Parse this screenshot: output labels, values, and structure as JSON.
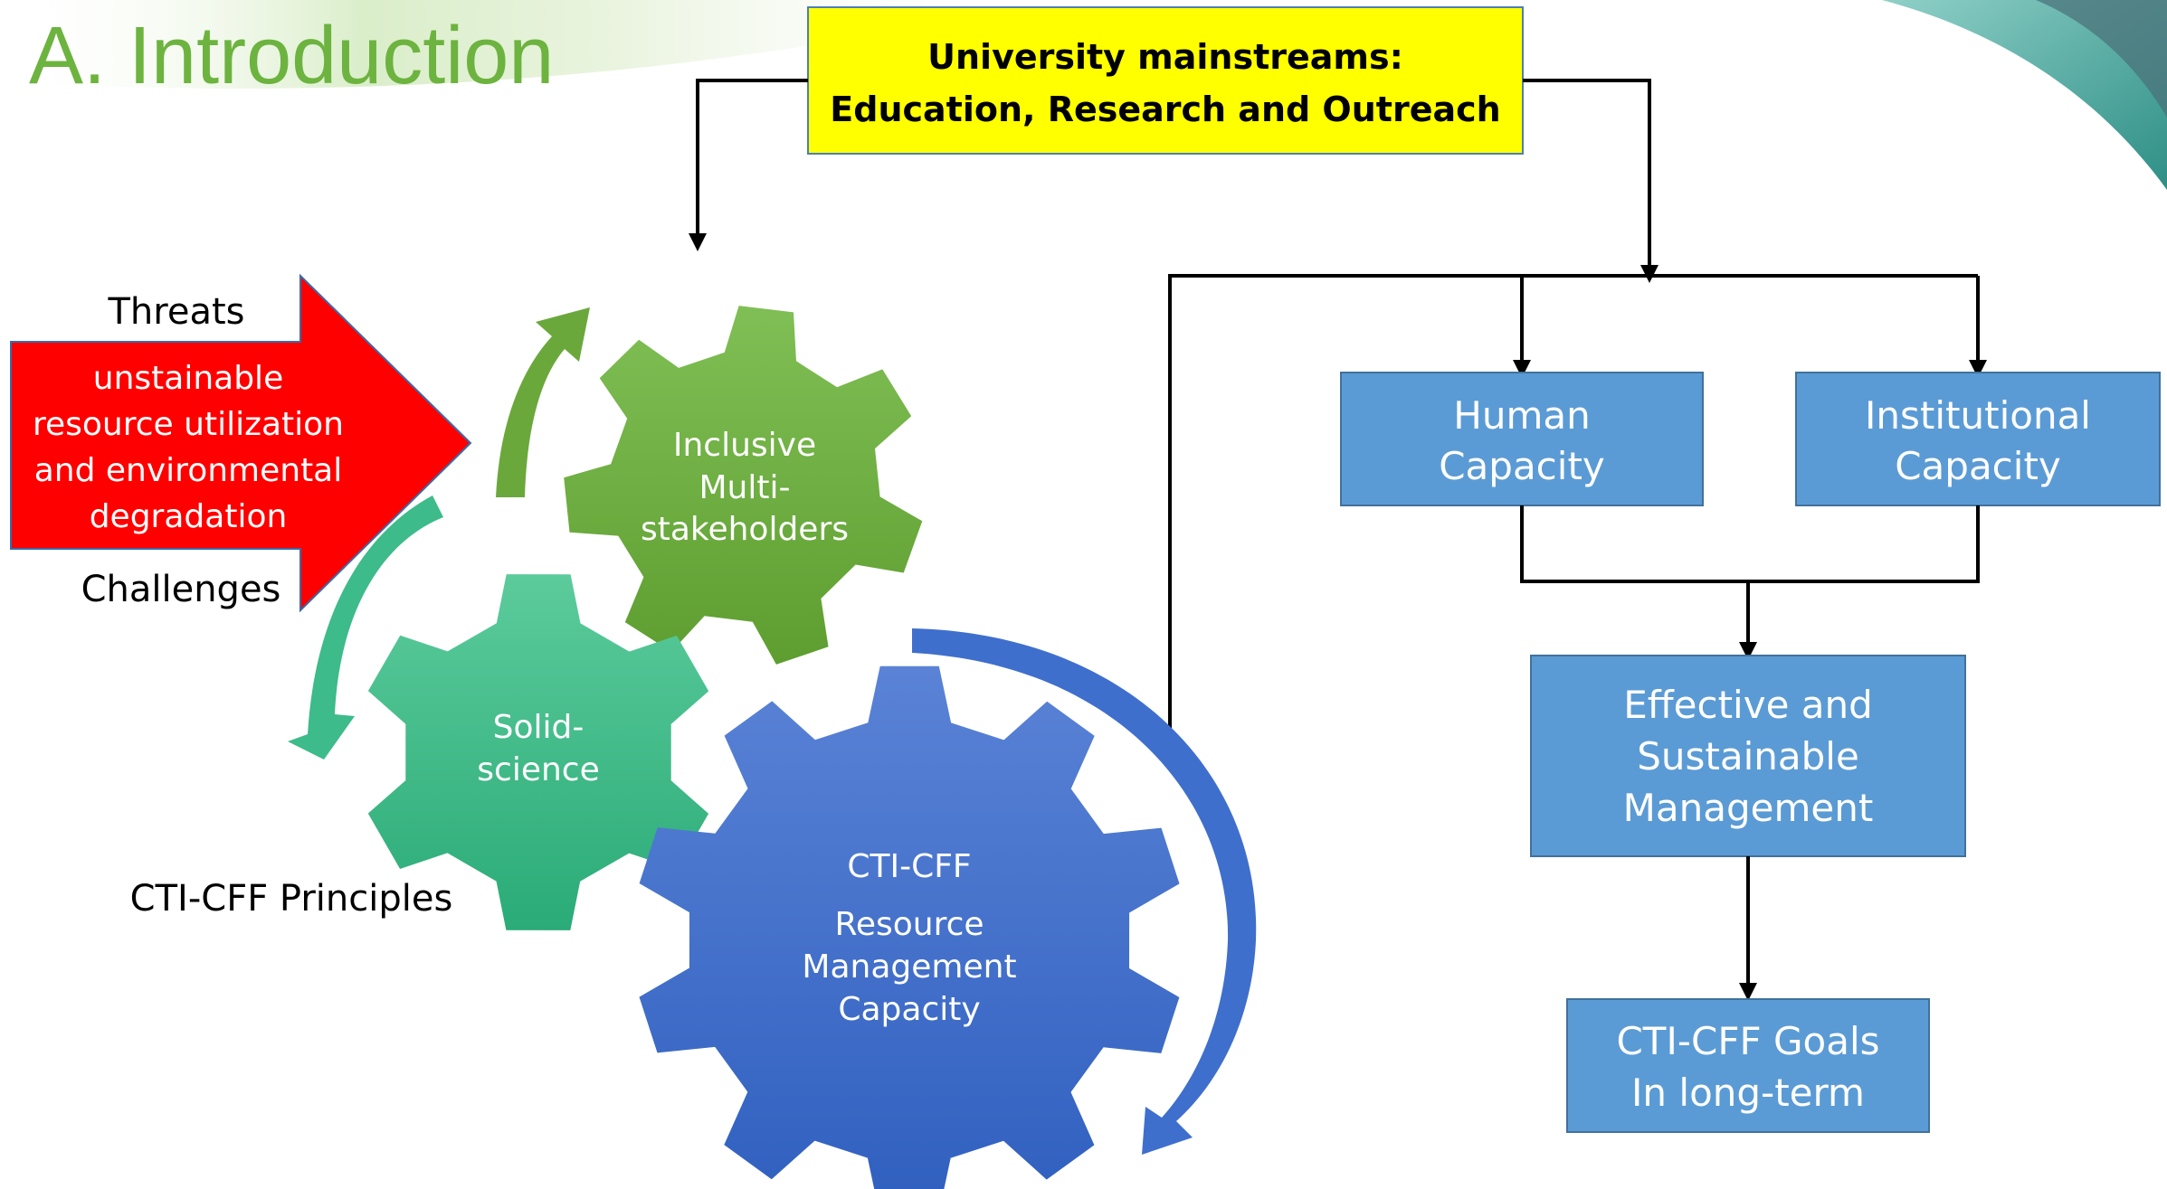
{
  "slide": {
    "title": "A. Introduction"
  },
  "mainstreams": {
    "line1": "University mainstreams:",
    "line2": "Education, Research and Outreach"
  },
  "threats_arrow": {
    "top_label": "Threats",
    "line1": "unstainable",
    "line2": "resource utilization",
    "line3": "and environmental",
    "line4": "degradation",
    "bottom_label": "Challenges"
  },
  "gears": {
    "inclusive": {
      "line1": "Inclusive",
      "line2": "Multi-",
      "line3": "stakeholders"
    },
    "solid": {
      "line1": "Solid-",
      "line2": "science"
    },
    "cti": {
      "line1": "CTI-CFF",
      "line2": "Resource",
      "line3": "Management",
      "line4": "Capacity"
    },
    "principles_label": "CTI-CFF Principles"
  },
  "boxes": {
    "human": {
      "line1": "Human",
      "line2": "Capacity"
    },
    "institutional": {
      "line1": "Institutional",
      "line2": "Capacity"
    },
    "effective": {
      "line1": "Effective and",
      "line2": "Sustainable",
      "line3": "Management"
    },
    "goals": {
      "line1": "CTI-CFF Goals",
      "line2": "In long-term"
    }
  },
  "colors": {
    "title_green": "#6db33f",
    "yellow_box": "#ffff00",
    "red_arrow": "#ff0000",
    "gear_green_dark": "#6aa83c",
    "gear_teal": "#3dbb8a",
    "gear_blue": "#3f6fcd",
    "box_blue": "#5b9bd5"
  }
}
